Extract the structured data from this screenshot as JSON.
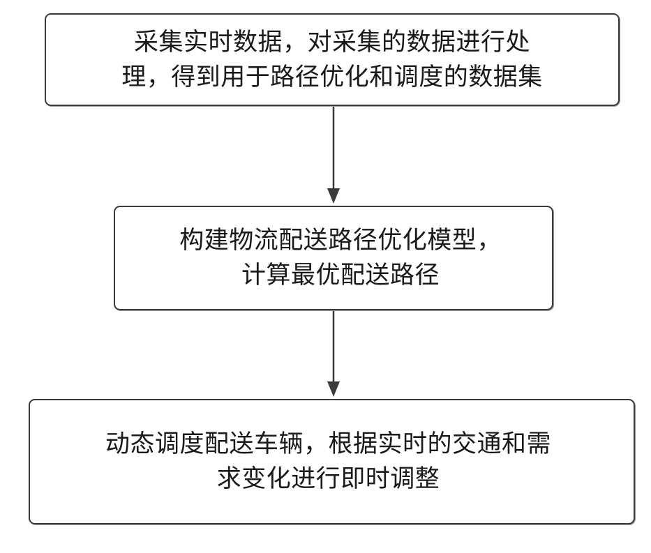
{
  "flowchart": {
    "steps": [
      {
        "lines": [
          "采集实时数据，对采集的数据进行处",
          "理，得到用于路径优化和调度的数据集"
        ]
      },
      {
        "lines": [
          "构建物流配送路径优化模型，",
          "计算最优配送路径"
        ]
      },
      {
        "lines": [
          "动态调度配送车辆，根据实时的交通和需",
          "求变化进行即时调整"
        ]
      }
    ]
  },
  "colors": {
    "border": "#3a3a3a",
    "text": "#1a1a1a",
    "background": "#ffffff"
  }
}
